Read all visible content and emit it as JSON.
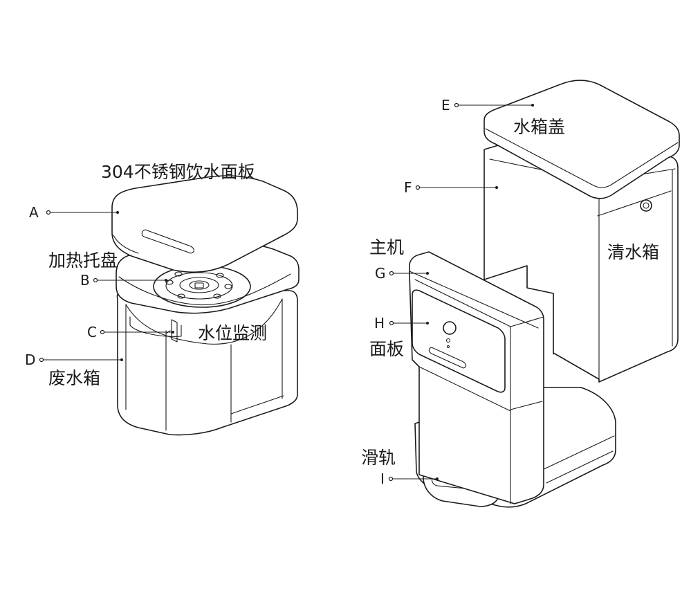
{
  "labels": {
    "A": "A",
    "B": "B",
    "C": "C",
    "D": "D",
    "E": "E",
    "F": "F",
    "G": "G",
    "H": "H",
    "I": "I"
  },
  "captions": {
    "panel_304": "304不锈钢饮水面板",
    "heating_tray": "加热托盘",
    "water_level": "水位监测",
    "waste_tank": "废水箱",
    "tank_lid": "水箱盖",
    "clean_tank": "清水箱",
    "main_unit": "主机",
    "face_panel": "面板",
    "slide_rail": "滑轨"
  }
}
